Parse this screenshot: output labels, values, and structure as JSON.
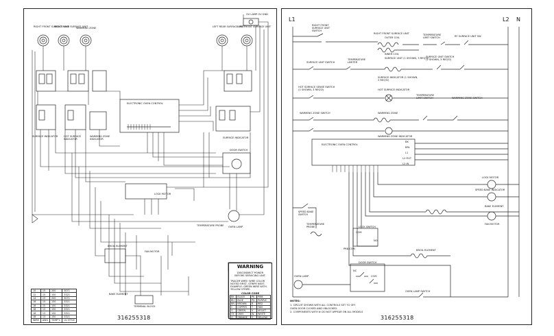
{
  "left": {
    "part_number": "316255318",
    "top_elements": [
      {
        "label": "RIGHT FRONT SURFACE UNIT"
      },
      {
        "label": "RIGHT REAR SURFACE UNIT"
      },
      {
        "label": "WARMING ZONE"
      },
      {
        "label": "LEFT REAR SURFACE UNIT"
      },
      {
        "label": "LEFT FRONT SURFACE UNIT"
      }
    ],
    "oven_lamp": "OV LAMP OV GND",
    "eoc_title": "ELECTRONIC OVEN CONTROL",
    "surface_indicator_left": "SURFACE INDICATOR",
    "hot_surface_indicator": "HOT SURFACE INDICATOR",
    "warming_zone_indicator": "WARMING ZONE INDICATOR",
    "surface_indicator_right": "SURFACE INDICATOR",
    "door_switch": "DOOR SWITCH",
    "lock_motor": "LOCK MOTOR",
    "temperature_probe": "TEMPERATURE PROBE",
    "oven_lamp_label": "OVEN LAMP",
    "broil_element": "BROIL ELEMENT",
    "fan_motor": "FAN MOTOR",
    "bake_element": "BAKE ELEMENT",
    "terminal_block": "TERMINAL BLOCK",
    "warning_title": "WARNING",
    "warning_lines": [
      "DISCONNECT POWER",
      "BEFORE SERVICING UNIT."
    ],
    "tracer_note": [
      "TRACER WIRE: WIRE COLOR",
      "NOTED FIRST, STRIPE NEXT.",
      "EXAMPLE: GREEN WIRE WITH",
      "YELLOW STRIPE."
    ],
    "color_code_title": "COLOR CODE",
    "color_code": [
      [
        "BK",
        "BLACK",
        "PK",
        "PINK"
      ],
      [
        "BU",
        "BLUE",
        "PU",
        "PURPLE"
      ],
      [
        "BR",
        "BROWN",
        "R",
        "RED"
      ],
      [
        "C",
        "COPPER",
        "T",
        "TAN"
      ],
      [
        "G",
        "GREEN",
        "V",
        "VIOLET"
      ],
      [
        "GY",
        "GRAY",
        "W",
        "WHITE"
      ],
      [
        "O",
        "ORANGE",
        "Y",
        "YELLOW"
      ]
    ],
    "gauge_table": {
      "rows": [
        [
          "10",
          "15",
          "200",
          "3071"
        ],
        [
          "12",
          "15",
          "150",
          "3321"
        ],
        [
          "14",
          "15",
          "200",
          "3071"
        ],
        [
          "16",
          "15",
          "150",
          "3321"
        ],
        [
          "18",
          "15",
          "150",
          "3321"
        ],
        [
          "18",
          "13",
          "150",
          "3321"
        ],
        [
          "18",
          "13",
          "150",
          "3321"
        ],
        [
          "18",
          "13",
          "150",
          "3321"
        ]
      ],
      "header": [
        "WIRE",
        "AWG",
        "TEMP°C",
        "UL STYLE"
      ]
    }
  },
  "right": {
    "part_number": "316255318",
    "l1": "L1",
    "l2": "L2",
    "n": "N",
    "right_front_switch": "RIGHT FRONT SURFACE UNIT SWITCH",
    "right_front_unit": "RIGHT FRONT SURFACE UNIT",
    "outer_coil": "OUTER COIL",
    "inner_coil": "INNER COIL",
    "temp_limiter_1": "TEMPERATURE LIMIT SWITCH",
    "rf_switch": "RF SURFACE UNIT SW",
    "surface_unit_switch": "SURFACE UNIT SWITCH",
    "temp_limiter_2": "TEMPERATURE LIMITER",
    "surface_unit_shown": "SURFACE UNIT (1 SHOWN, 3 REQ'D)",
    "surface_unit_sw_shown": "SURFACE UNIT SWITCH (1 SHOWN, 3 REQ'D)",
    "surface_indicator": "SURFACE INDICATOR (1 SHOWN, 2 REQ'D)",
    "hot_surface_switch": "HOT SURFACE SENSE SWITCH (1 SHOWN, 3 REQ'D)",
    "hot_surface_indicator": "HOT SURFACE INDICATOR",
    "warming_zone_switch": "WARMING ZONE SWITCH",
    "warming_zone": "WARMING ZONE",
    "temp_limiter_3": "TEMPERATURE LIMIT SWITCH",
    "warming_zone_switch_2": "WARMING ZONE SWITCH",
    "warming_zone_indicator": "WARMING ZONE INDICATOR",
    "eoc_title": "ELECTRONIC OVEN CONTROL",
    "eoc_terms": [
      "BK",
      "BRL",
      "L1",
      "L2 OUT",
      "L2 IN"
    ],
    "lock_motor": "LOCK MOTOR",
    "speed_bake_indicator": "SPEED BAKE INDICATOR",
    "bake_element": "BAKE ELEMENT",
    "fan_motor": "FAN MOTOR",
    "speed_bake_switch": "SPEED BAKE SWITCH",
    "temperature_probe": "TEMPERATURE PROBE",
    "lock_switch": "LOCK SWITCH",
    "com": "COM",
    "no": "NO",
    "nc": "NC",
    "prb_com": "PRB COM",
    "broil_element": "BROIL ELEMENT",
    "door_switch": "DOOR SWITCH",
    "oven_lamp": "OVEN LAMP",
    "oven_lamp_switch": "OVEN LAMP SWITCH",
    "notes_title": "NOTES:",
    "notes": [
      "1.  CIRCUIT SHOWN WITH ALL CONTROLS SET TO OFF.",
      "     OVEN DOOR CLOSED AND UNLOCKED.",
      "2.  COMPONENTS WITH  ⊗  DO NOT APPEAR ON ALL MODELS"
    ]
  }
}
